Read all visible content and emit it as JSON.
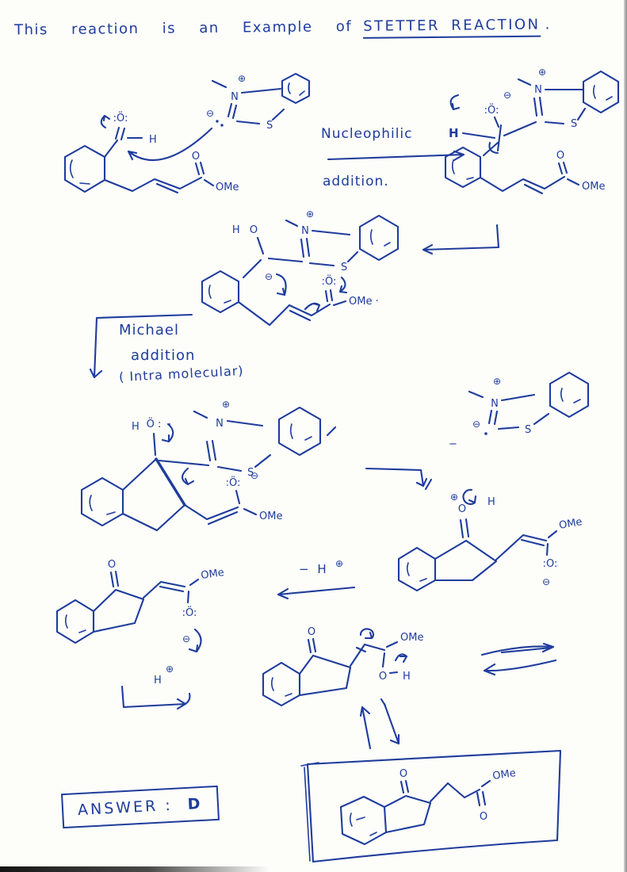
{
  "page": {
    "ink_color": "#1e3c9c",
    "paper_color": "#fdfdfa"
  },
  "title": {
    "prefix": "This reaction is an Example of",
    "highlight": "STETTER REACTION",
    "suffix": "."
  },
  "annotations": {
    "step1_label_line1": "Nucleophilic",
    "step1_label_line2": "addition.",
    "step2_label_line1": "Michael",
    "step2_label_line2": "addition",
    "step2_label_line3": "( Intra molecular)",
    "deprotonation_label": "− H",
    "answer_label": "ANSWER :",
    "answer_value": "D"
  },
  "atoms": {
    "o": "O",
    "o_me": "OMe",
    "o_me_dot": "OMe ·",
    "n": "N",
    "s": "S",
    "h": "H",
    "h_o": "H O",
    "o_lp": ":Ö:",
    "o_lp_plain": ":O:",
    "o_uml": "Ö :",
    "plus": "⊕",
    "minus": "⊖",
    "neg": "−"
  }
}
